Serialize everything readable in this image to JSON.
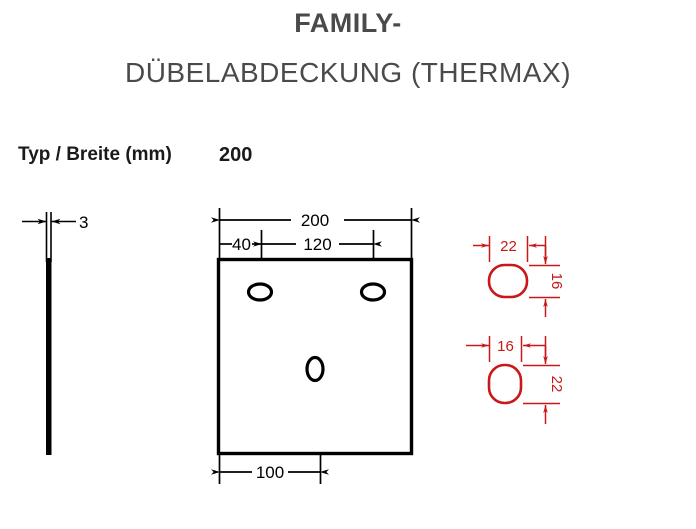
{
  "title": {
    "line1": "FAMILY-",
    "line2": "DÜBELABDECKUNG (THERMAX)"
  },
  "spec_row": {
    "label": "Typ / Breite (mm)",
    "value": "200"
  },
  "colors": {
    "ink": "#000000",
    "title_gray": "#4a4a4a",
    "detail_red": "#c81818",
    "background": "#ffffff"
  },
  "views": {
    "side_profile": {
      "name": "side-profile-view",
      "thickness_dim": "3"
    },
    "front_plate": {
      "name": "front-plate-view",
      "overall_width_dim": "200",
      "edge_offset_dim": "40",
      "hole_spacing_dim": "120",
      "bottom_dim": "100",
      "holes": [
        {
          "name": "slot-top-left",
          "orientation": "horizontal"
        },
        {
          "name": "slot-top-right",
          "orientation": "horizontal"
        },
        {
          "name": "slot-center",
          "orientation": "vertical"
        }
      ]
    },
    "detail_top": {
      "name": "detail-horizontal-slot",
      "width_dim": "22",
      "height_dim": "16"
    },
    "detail_bottom": {
      "name": "detail-vertical-slot",
      "width_dim": "16",
      "height_dim": "22"
    }
  }
}
